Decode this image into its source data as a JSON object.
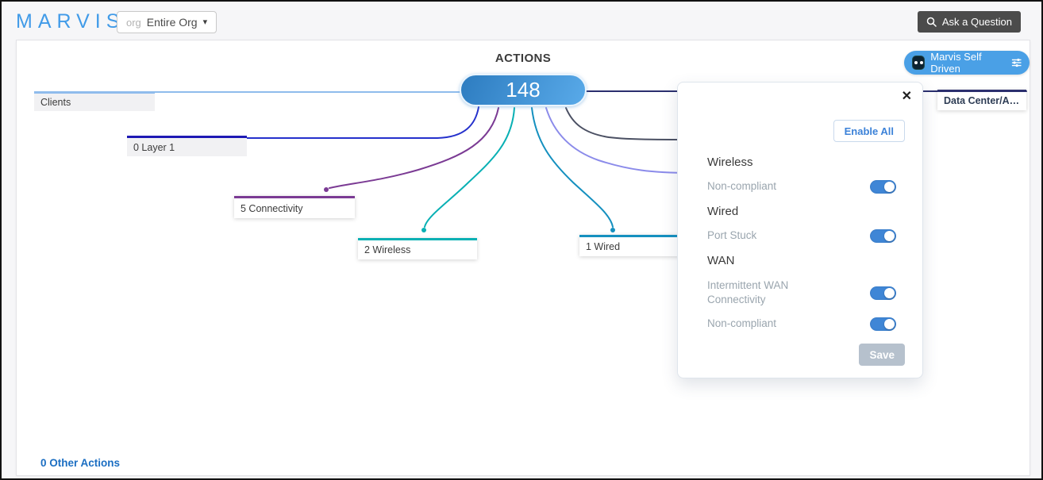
{
  "header": {
    "logo": "MARVIS",
    "org_selector": {
      "prefix": "org",
      "value": "Entire Org",
      "caret": "▾"
    },
    "ask_question_label": "Ask a Question"
  },
  "canvas": {
    "title": "ACTIONS",
    "total_actions": "148",
    "marvis_self_driven_label": "Marvis Self Driven",
    "other_actions_link": "0 Other Actions",
    "nodes": [
      {
        "id": "clients",
        "label": "Clients",
        "accent": "#8fbcec"
      },
      {
        "id": "layer-1",
        "label": "0 Layer 1",
        "accent": "#1e19b4"
      },
      {
        "id": "connectivity",
        "label": "5 Connectivity",
        "accent": "#7b3b94"
      },
      {
        "id": "wireless",
        "label": "2 Wireless",
        "accent": "#09b0b4"
      },
      {
        "id": "wired",
        "label": "1 Wired",
        "accent": "#1590bf"
      },
      {
        "id": "data-center",
        "label": "Data Center/Applicati...",
        "accent": "#2b2f6e"
      }
    ],
    "edges": [
      {
        "id": "clients-link",
        "color": "#8fbcec"
      },
      {
        "id": "data-center-link",
        "color": "#2b2f6e"
      },
      {
        "id": "layer1-link",
        "color": "#2531cc"
      },
      {
        "id": "connectivity-link",
        "color": "#7b3b94"
      },
      {
        "id": "wireless-link",
        "color": "#09b0b4"
      },
      {
        "id": "wired-link",
        "color": "#1590bf"
      },
      {
        "id": "wan-link-a",
        "color": "#8b8bea"
      },
      {
        "id": "wan-link-b",
        "color": "#4b5063"
      }
    ],
    "accent_blue": "#4aa0e6",
    "pill_gradient": [
      "#2d7cc0",
      "#59aae9"
    ]
  },
  "popover": {
    "close_icon": "✕",
    "enable_all_label": "Enable All",
    "sections": [
      {
        "title": "Wireless",
        "items": [
          {
            "label": "Non-compliant",
            "enabled": true
          }
        ]
      },
      {
        "title": "Wired",
        "items": [
          {
            "label": "Port Stuck",
            "enabled": true
          }
        ]
      },
      {
        "title": "WAN",
        "items": [
          {
            "label": "Intermittent WAN Connectivity",
            "enabled": true
          },
          {
            "label": "Non-compliant",
            "enabled": true
          }
        ]
      }
    ],
    "save_label": "Save",
    "toggle_on_color": "#3f86d6"
  }
}
